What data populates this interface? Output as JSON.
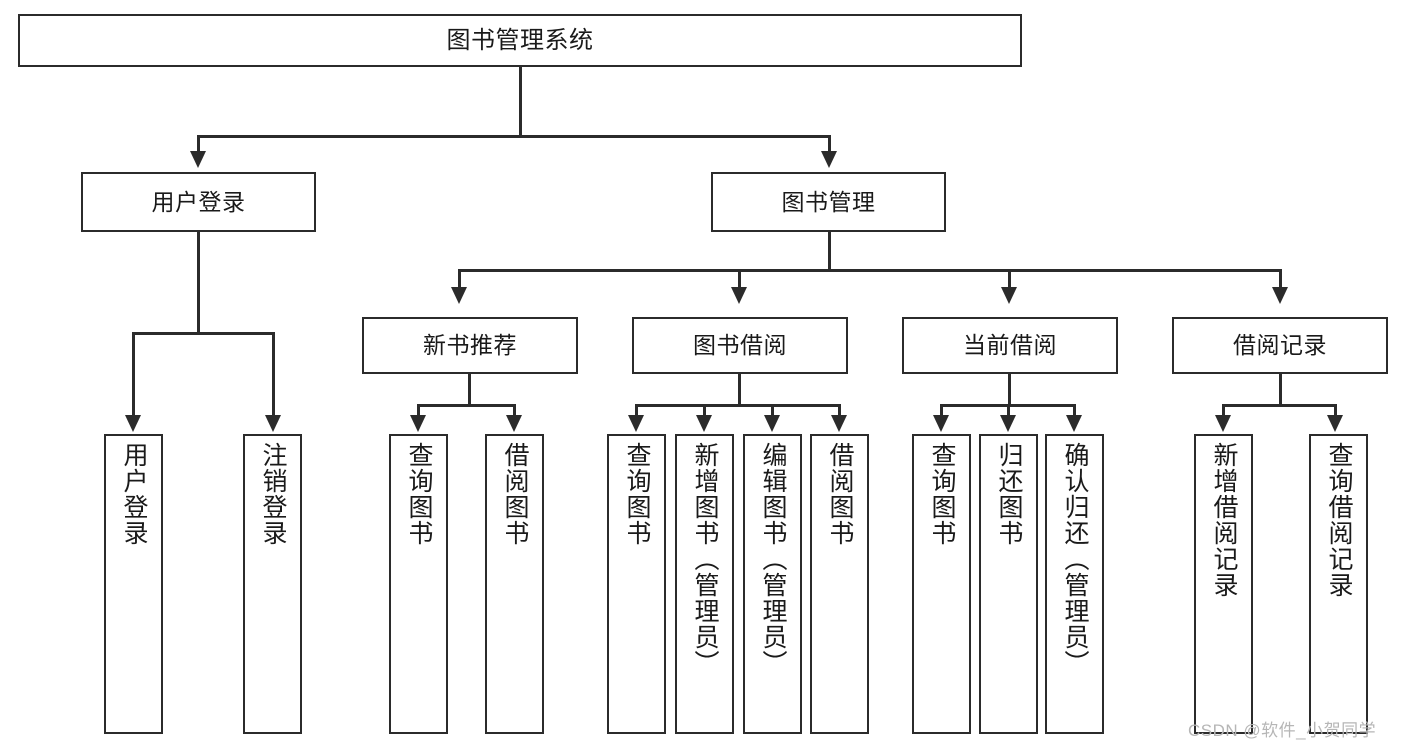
{
  "diagram": {
    "type": "tree-hierarchy-functional-decomposition",
    "root": {
      "label": "图书管理系统"
    },
    "level2": [
      {
        "label": "用户登录"
      },
      {
        "label": "图书管理"
      }
    ],
    "level3": [
      {
        "label": "新书推荐"
      },
      {
        "label": "图书借阅"
      },
      {
        "label": "当前借阅"
      },
      {
        "label": "借阅记录"
      }
    ],
    "leaves": {
      "user_login": [
        {
          "label": "用户登录"
        },
        {
          "label": "注销登录"
        }
      ],
      "new_book_recommend": [
        {
          "label": "查询图书"
        },
        {
          "label": "借阅图书"
        }
      ],
      "book_borrow": [
        {
          "label": "查询图书"
        },
        {
          "label": "新增图书（管理员）"
        },
        {
          "label": "编辑图书（管理员）"
        },
        {
          "label": "借阅图书"
        }
      ],
      "current_borrow": [
        {
          "label": "查询图书"
        },
        {
          "label": "归还图书"
        },
        {
          "label": "确认归还（管理员）"
        }
      ],
      "borrow_record": [
        {
          "label": "新增借阅记录"
        },
        {
          "label": "查询借阅记录"
        }
      ]
    }
  },
  "watermark": {
    "text": "CSDN @软件_小贺同学"
  },
  "colors": {
    "stroke": "#2b2b2b",
    "fill": "#ffffff",
    "text": "#1a1a1a",
    "watermark": "#b6b6b6"
  }
}
